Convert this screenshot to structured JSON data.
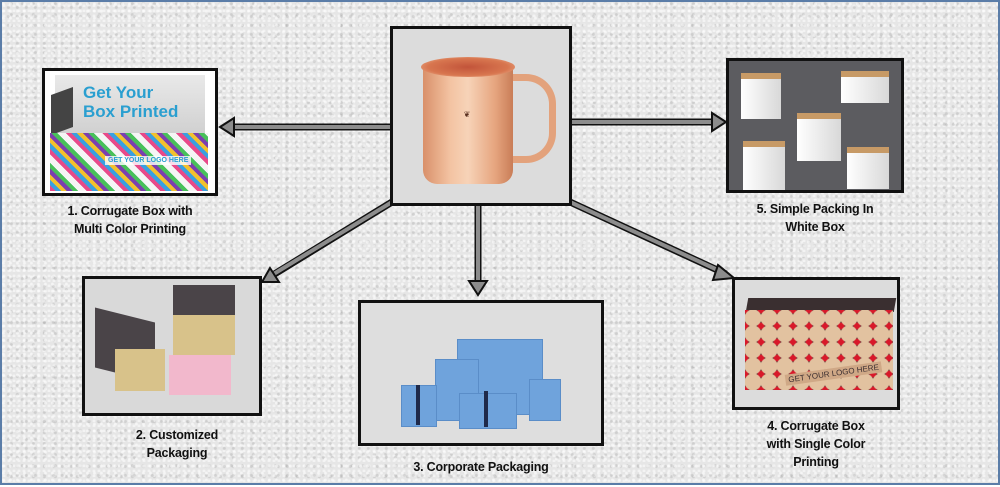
{
  "diagram": {
    "center": {
      "name": "Copper Mug",
      "logo_text": "INDIAN ART VILLA"
    },
    "nodes": [
      {
        "id": 1,
        "label": "1. Corrugate Box with Multi Color Printing",
        "line1": "1. Corrugate Box with",
        "line2": "Multi Color Printing",
        "image_text_title_1": "Get Your",
        "image_text_title_2": "Box Printed",
        "image_text_logo": "GET YOUR LOGO HERE"
      },
      {
        "id": 2,
        "label": "2. Customized Packaging",
        "line1": "2. Customized",
        "line2": "Packaging"
      },
      {
        "id": 3,
        "label": "3. Corporate Packaging",
        "line1": "3. Corporate Packaging"
      },
      {
        "id": 4,
        "label": "4. Corrugate Box with Single Color Printing",
        "line1": "4. Corrugate Box",
        "line2": "with Single Color",
        "line3": "Printing",
        "image_text_logo": "GET YOUR LOGO HERE"
      },
      {
        "id": 5,
        "label": "5. Simple Packing In White Box",
        "line1": "5. Simple Packing In",
        "line2": "White Box"
      }
    ],
    "edges": [
      {
        "from": "center",
        "to": 1
      },
      {
        "from": "center",
        "to": 2
      },
      {
        "from": "center",
        "to": 3
      },
      {
        "from": "center",
        "to": 4
      },
      {
        "from": "center",
        "to": 5
      }
    ],
    "colors": {
      "border": "#5b7da8",
      "arrow_fill": "#8c8c8c",
      "arrow_stroke": "#111111",
      "title_blue": "#2a9fd0"
    }
  }
}
